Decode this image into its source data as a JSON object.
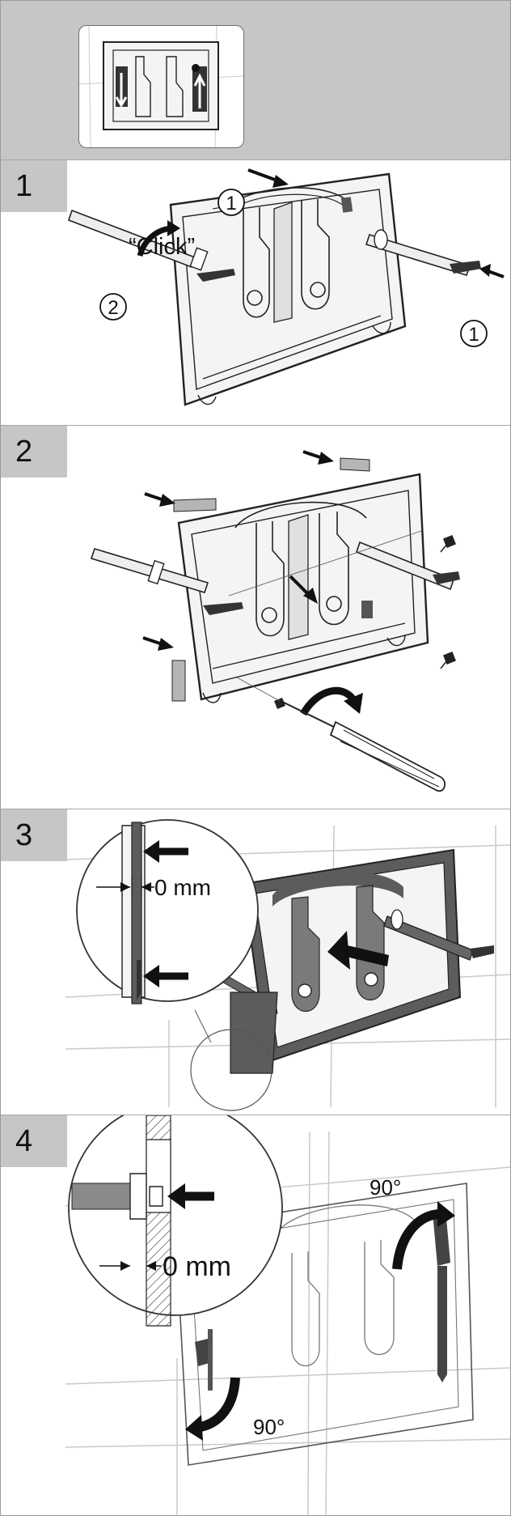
{
  "steps": [
    {
      "number": "1",
      "callouts": {
        "circle_1a": "1",
        "circle_2": "2",
        "circle_1b": "1"
      },
      "click_label": "“Click”"
    },
    {
      "number": "2"
    },
    {
      "number": "3",
      "gap_label": "0 mm"
    },
    {
      "number": "4",
      "gap_label": "0 mm",
      "angle_top": "90°",
      "angle_bottom": "90°"
    }
  ],
  "colors": {
    "header_gray": "#c6c6c6",
    "line_dark": "#222222",
    "frame_fill": "#f4f4f4",
    "tile_line": "#c9c9c9"
  }
}
